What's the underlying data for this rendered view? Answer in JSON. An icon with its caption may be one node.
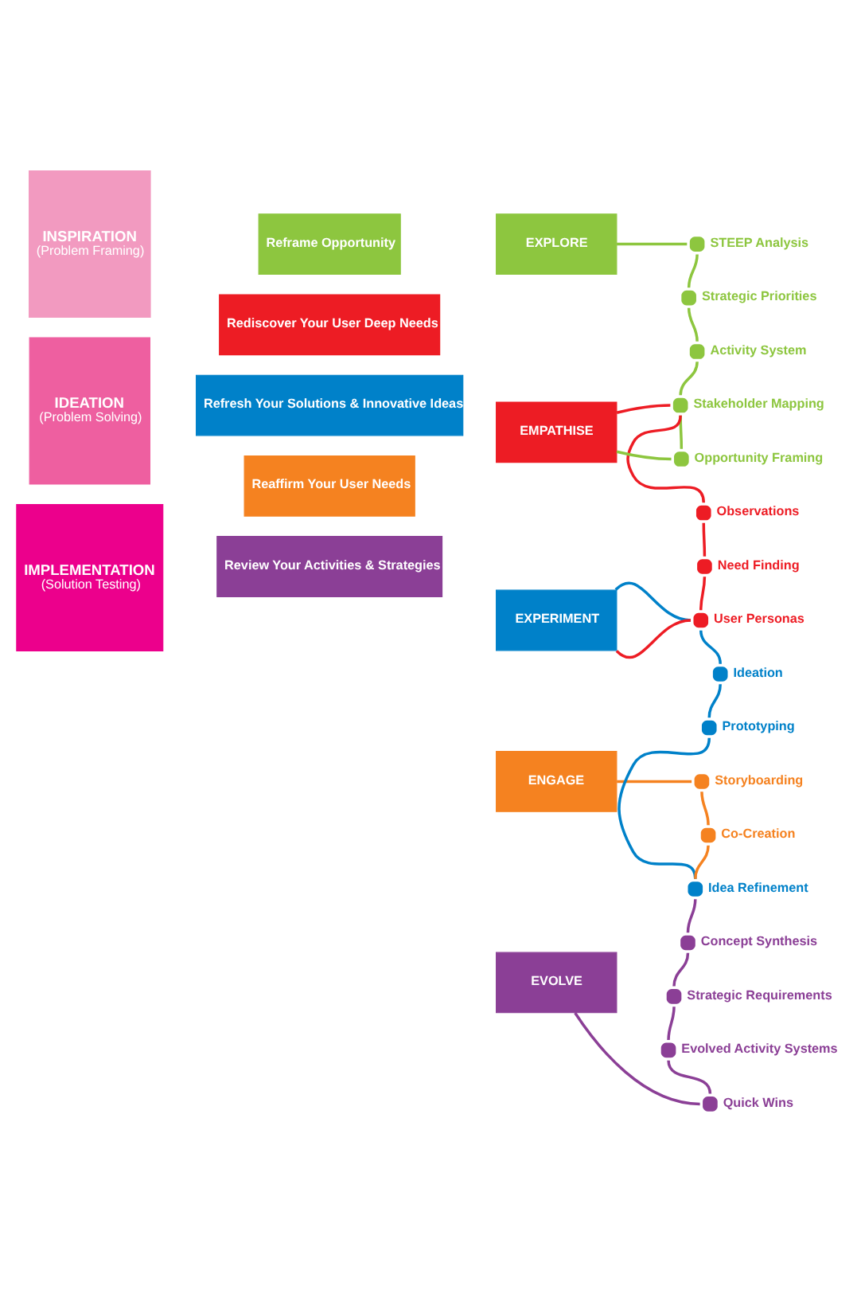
{
  "diagram": {
    "nodes": [
      {
        "text": [
          "INSPIRATION",
          "(Problem Framing)"
        ]
      },
      {
        "text": [
          "IDEATION",
          "(Problem Solving)"
        ]
      },
      {
        "text": [
          "IMPLEMENTATION",
          "(Solution Testing)"
        ]
      },
      {
        "text": [
          "Reframe Opportunity"
        ]
      },
      {
        "text": [
          "Rediscover Your User Deep Needs"
        ]
      },
      {
        "text": [
          "Refresh Your Solutions & Innovative Ideas"
        ]
      },
      {
        "text": [
          "Reaffirm Your User Needs"
        ]
      },
      {
        "text": [
          "Review Your Activities & Strategies"
        ]
      },
      {
        "text": [
          "EXPLORE"
        ]
      },
      {
        "text": [
          "EMPATHISE"
        ]
      },
      {
        "text": [
          "EXPERIMENT"
        ]
      },
      {
        "text": [
          "ENGAGE"
        ]
      },
      {
        "text": [
          "EVOLVE"
        ]
      },
      {
        "text": [
          "STEEP Analysis"
        ]
      },
      {
        "text": [
          "Strategic Priorities"
        ]
      },
      {
        "text": [
          "Activity System"
        ]
      },
      {
        "text": [
          "Stakeholder Mapping"
        ]
      },
      {
        "text": [
          "Opportunity Framing"
        ]
      },
      {
        "text": [
          "Observations"
        ]
      },
      {
        "text": [
          "Need Finding"
        ]
      },
      {
        "text": [
          "User Personas"
        ]
      },
      {
        "text": [
          "Ideation"
        ]
      },
      {
        "text": [
          "Prototyping"
        ]
      },
      {
        "text": [
          "Storyboarding"
        ]
      },
      {
        "text": [
          "Co-Creation"
        ]
      },
      {
        "text": [
          "Idea Refinement"
        ]
      },
      {
        "text": [
          "Concept Synthesis"
        ]
      },
      {
        "text": [
          "Strategic Requirements"
        ]
      },
      {
        "text": [
          "Evolved Activity Systems"
        ]
      },
      {
        "text": [
          "Quick Wins"
        ]
      }
    ],
    "edges": [
      {
        "from": 8,
        "to": 13,
        "arrow": "none",
        "color": "#8dc63f"
      },
      {
        "from": 13,
        "to": 14,
        "arrow": "none",
        "color": "#8dc63f"
      },
      {
        "from": 14,
        "to": 15,
        "arrow": "none",
        "color": "#8dc63f"
      },
      {
        "from": 15,
        "to": 16,
        "arrow": "none",
        "color": "#8dc63f"
      },
      {
        "from": 16,
        "to": 17,
        "arrow": "none",
        "color": "#8dc63f"
      },
      {
        "from": 17,
        "to": 9,
        "arrow": "none",
        "color": "#8dc63f"
      },
      {
        "from": 9,
        "to": 16,
        "arrow": "none",
        "color": "#ed1c24"
      },
      {
        "from": 16,
        "to": 18,
        "arrow": "none",
        "color": "#ed1c24"
      },
      {
        "from": 18,
        "to": 19,
        "arrow": "none",
        "color": "#ed1c24"
      },
      {
        "from": 19,
        "to": 20,
        "arrow": "none",
        "color": "#ed1c24"
      },
      {
        "from": 20,
        "to": 10,
        "arrow": "none",
        "color": "#ed1c24"
      },
      {
        "from": 10,
        "to": 20,
        "arrow": "none",
        "color": "#0081c9"
      },
      {
        "from": 20,
        "to": 21,
        "arrow": "none",
        "color": "#0081c9"
      },
      {
        "from": 21,
        "to": 22,
        "arrow": "none",
        "color": "#0081c9"
      },
      {
        "from": 22,
        "to": 25,
        "arrow": "none",
        "color": "#0081c9"
      },
      {
        "from": 11,
        "to": 23,
        "arrow": "none",
        "color": "#f58220"
      },
      {
        "from": 23,
        "to": 24,
        "arrow": "none",
        "color": "#f58220"
      },
      {
        "from": 24,
        "to": 25,
        "arrow": "none",
        "color": "#f58220"
      },
      {
        "from": 25,
        "to": 26,
        "arrow": "none",
        "color": "#8b3f96"
      },
      {
        "from": 26,
        "to": 27,
        "arrow": "none",
        "color": "#8b3f96"
      },
      {
        "from": 27,
        "to": 28,
        "arrow": "none",
        "color": "#8b3f96"
      },
      {
        "from": 28,
        "to": 29,
        "arrow": "none",
        "color": "#8b3f96"
      },
      {
        "from": 29,
        "to": 12,
        "arrow": "none",
        "color": "#8b3f96"
      }
    ]
  }
}
